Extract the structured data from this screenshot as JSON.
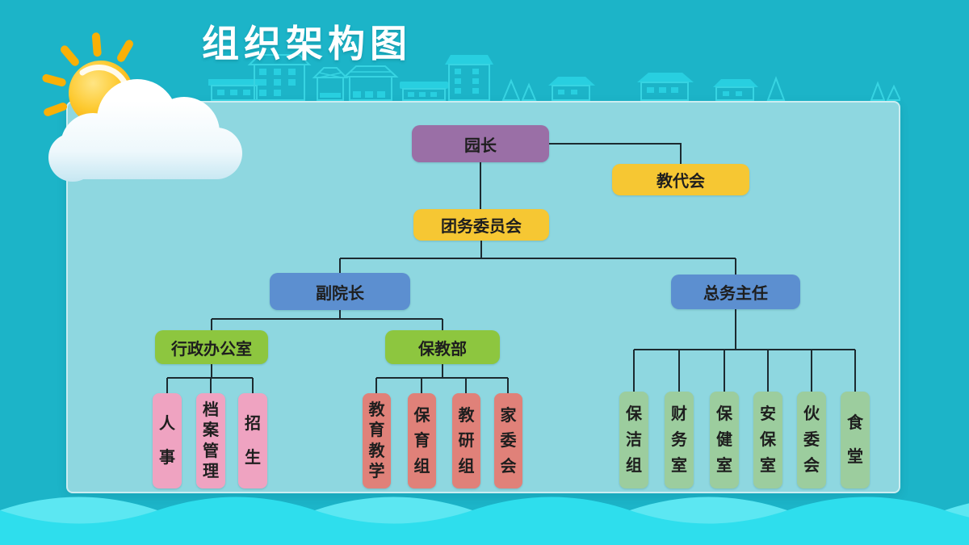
{
  "title": "组织架构图",
  "colors": {
    "background": "#1cb4c8",
    "panel": "#8ed7e0",
    "principal": "#9a6fa6",
    "yellow_nodes": "#f6c733",
    "blue_nodes": "#5c8fd0",
    "green_nodes": "#8dc63f",
    "pink_nodes": "#efa3c1",
    "salmon_nodes": "#e08179",
    "lightgreen_nodes": "#9ccd9e",
    "connector": "#1c2a30",
    "wave_light": "#5ce7f2",
    "wave_bright": "#2edeed",
    "sun": "#f9b006",
    "skyline": "#3edce9"
  },
  "org": {
    "root": {
      "label": "园长"
    },
    "staff_congress": {
      "label": "教代会"
    },
    "committee": {
      "label": "团务委员会"
    },
    "vice_principal": {
      "label": "副院长"
    },
    "general_affairs": {
      "label": "总务主任"
    },
    "admin_office": {
      "label": "行政办公室"
    },
    "care_education": {
      "label": "保教部"
    },
    "admin_children": [
      {
        "label": "人事"
      },
      {
        "label": "档案管理"
      },
      {
        "label": "招生"
      }
    ],
    "care_children": [
      {
        "label": "教育教学"
      },
      {
        "label": "保育组"
      },
      {
        "label": "教研组"
      },
      {
        "label": "家委会"
      }
    ],
    "general_children": [
      {
        "label": "保洁组"
      },
      {
        "label": "财务室"
      },
      {
        "label": "保健室"
      },
      {
        "label": "安保室"
      },
      {
        "label": "伙委会"
      },
      {
        "label": "食堂"
      }
    ]
  }
}
